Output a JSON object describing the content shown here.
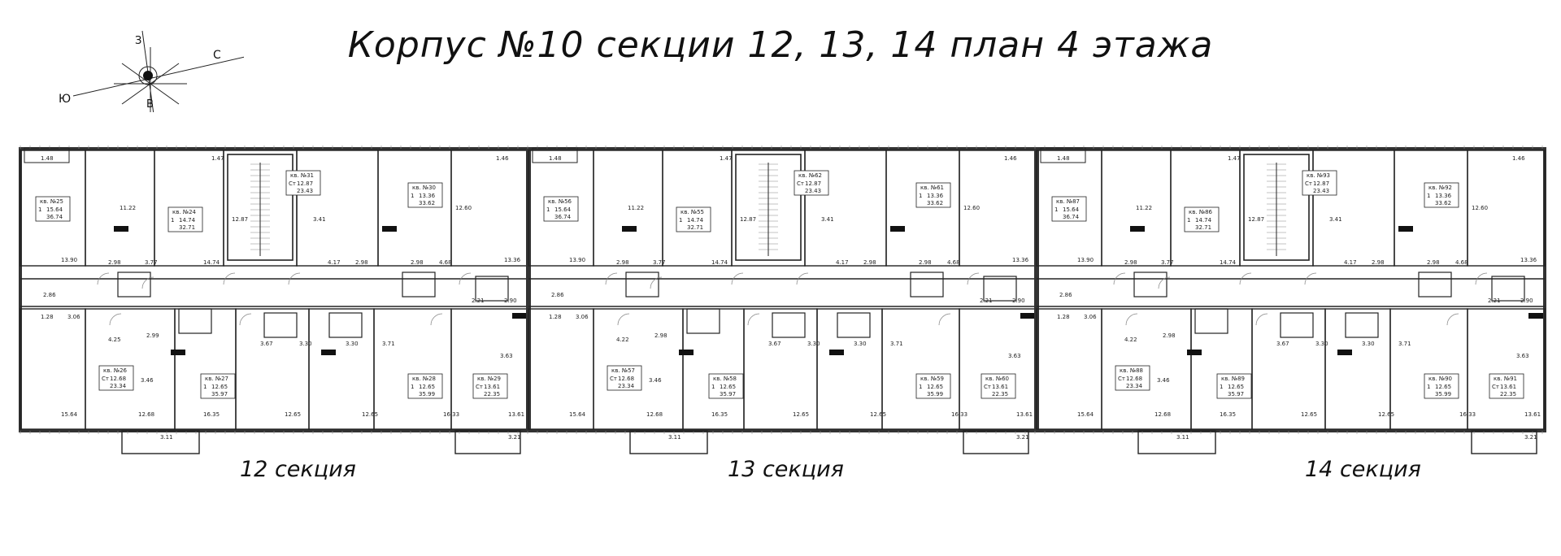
{
  "title": "Корпус №10 секции 12, 13, 14  план 4 этажа",
  "compass": {
    "n": "З",
    "s": "В",
    "e": "С",
    "w": "Ю"
  },
  "colors": {
    "line": "#222222",
    "wall": "#333333",
    "grid": "#888888"
  },
  "sections": [
    {
      "label": "12 секция",
      "apartments": [
        {
          "no": "кв. №25",
          "rooms": "1",
          "living": "15.64",
          "total": "36.74"
        },
        {
          "no": "кв. №24",
          "rooms": "1",
          "living": "14.74",
          "total": "32.71"
        },
        {
          "no": "кв. №31",
          "rooms": "Ст",
          "living": "12.87",
          "total": "23.43"
        },
        {
          "no": "кв. №30",
          "rooms": "1",
          "living": "13.36",
          "total": "33.62"
        },
        {
          "no": "кв. №26",
          "rooms": "Ст",
          "living": "12.68",
          "total": "23.34"
        },
        {
          "no": "кв. №27",
          "rooms": "1",
          "living": "12.65",
          "total": "35.97"
        },
        {
          "no": "кв. №28",
          "rooms": "1",
          "living": "12.65",
          "total": "35.99"
        },
        {
          "no": "кв. №29",
          "rooms": "Ст",
          "living": "13.61",
          "total": "22.35"
        }
      ],
      "areas": {
        "top": [
          "13.90",
          "11.22",
          "2.98",
          "3.77",
          "14.74",
          "12.87",
          "3.41",
          "4.17",
          "2.98",
          "2.98",
          "4.68",
          "12.60",
          "13.36"
        ],
        "middle": [
          "2.86",
          "1.28",
          "3.06",
          "2.21",
          "2.90"
        ],
        "bottom": [
          "4.25",
          "2.99",
          "3.46",
          "3.67",
          "3.30",
          "3.30",
          "3.71",
          "3.63",
          "15.64",
          "12.68",
          "16.35",
          "12.65",
          "12.65",
          "16.33",
          "13.61"
        ],
        "balconies": [
          "1.48",
          "1.47",
          "1.46",
          "3.11",
          "3.21"
        ]
      }
    },
    {
      "label": "13 секция",
      "apartments": [
        {
          "no": "кв. №56",
          "rooms": "1",
          "living": "15.64",
          "total": "36.74"
        },
        {
          "no": "кв. №55",
          "rooms": "1",
          "living": "14.74",
          "total": "32.71"
        },
        {
          "no": "кв. №62",
          "rooms": "Ст",
          "living": "12.87",
          "total": "23.43"
        },
        {
          "no": "кв. №61",
          "rooms": "1",
          "living": "13.36",
          "total": "33.62"
        },
        {
          "no": "кв. №57",
          "rooms": "Ст",
          "living": "12.68",
          "total": "23.34"
        },
        {
          "no": "кв. №58",
          "rooms": "1",
          "living": "12.65",
          "total": "35.97"
        },
        {
          "no": "кв. №59",
          "rooms": "1",
          "living": "12.65",
          "total": "35.99"
        },
        {
          "no": "кв. №60",
          "rooms": "Ст",
          "living": "13.61",
          "total": "22.35"
        }
      ],
      "areas": {
        "top": [
          "13.90",
          "11.22",
          "2.98",
          "3.77",
          "14.74",
          "12.87",
          "3.41",
          "4.17",
          "2.98",
          "2.98",
          "4.68",
          "12.60",
          "13.36"
        ],
        "middle": [
          "2.86",
          "1.28",
          "3.06",
          "2.21",
          "2.90"
        ],
        "bottom": [
          "4.22",
          "2.98",
          "3.46",
          "3.67",
          "3.30",
          "3.30",
          "3.71",
          "3.63",
          "15.64",
          "12.68",
          "16.35",
          "12.65",
          "12.65",
          "16.33",
          "13.61"
        ],
        "balconies": [
          "1.48",
          "1.47",
          "1.46",
          "3.11",
          "3.21"
        ]
      }
    },
    {
      "label": "14 секция",
      "apartments": [
        {
          "no": "кв. №87",
          "rooms": "1",
          "living": "15.64",
          "total": "36.74"
        },
        {
          "no": "кв. №86",
          "rooms": "1",
          "living": "14.74",
          "total": "32.71"
        },
        {
          "no": "кв. №93",
          "rooms": "Ст",
          "living": "12.87",
          "total": "23.43"
        },
        {
          "no": "кв. №92",
          "rooms": "1",
          "living": "13.36",
          "total": "33.62"
        },
        {
          "no": "кв. №88",
          "rooms": "Ст",
          "living": "12.68",
          "total": "23.34"
        },
        {
          "no": "кв. №89",
          "rooms": "1",
          "living": "12.65",
          "total": "35.97"
        },
        {
          "no": "кв. №90",
          "rooms": "1",
          "living": "12.65",
          "total": "35.99"
        },
        {
          "no": "кв. №91",
          "rooms": "Ст",
          "living": "13.61",
          "total": "22.35"
        }
      ],
      "areas": {
        "top": [
          "13.90",
          "11.22",
          "2.98",
          "3.77",
          "14.74",
          "12.87",
          "3.41",
          "4.17",
          "2.98",
          "2.98",
          "4.68",
          "12.60",
          "13.36"
        ],
        "middle": [
          "2.86",
          "1.28",
          "3.06",
          "2.21",
          "2.90"
        ],
        "bottom": [
          "4.22",
          "2.98",
          "3.46",
          "3.67",
          "3.30",
          "3.30",
          "3.71",
          "3.63",
          "15.64",
          "12.68",
          "16.35",
          "12.65",
          "12.65",
          "16.33",
          "13.61"
        ],
        "balconies": [
          "1.48",
          "1.47",
          "1.46",
          "3.11",
          "3.21"
        ]
      }
    }
  ]
}
